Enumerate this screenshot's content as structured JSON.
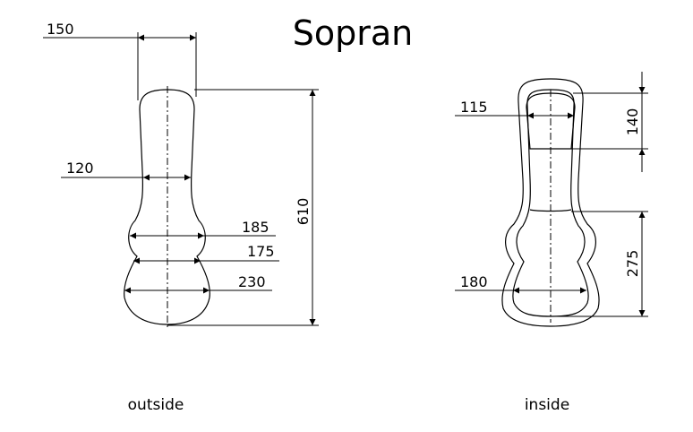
{
  "title": "Sopran",
  "outside": {
    "caption": "outside",
    "dimensions": {
      "top_width": "150",
      "neck_width": "120",
      "upper_bout": "185",
      "waist": "175",
      "lower_bout": "230",
      "length": "610"
    }
  },
  "inside": {
    "caption": "inside",
    "dimensions": {
      "pocket_width": "115",
      "pocket_height": "140",
      "body_width": "180",
      "body_height": "275"
    }
  }
}
